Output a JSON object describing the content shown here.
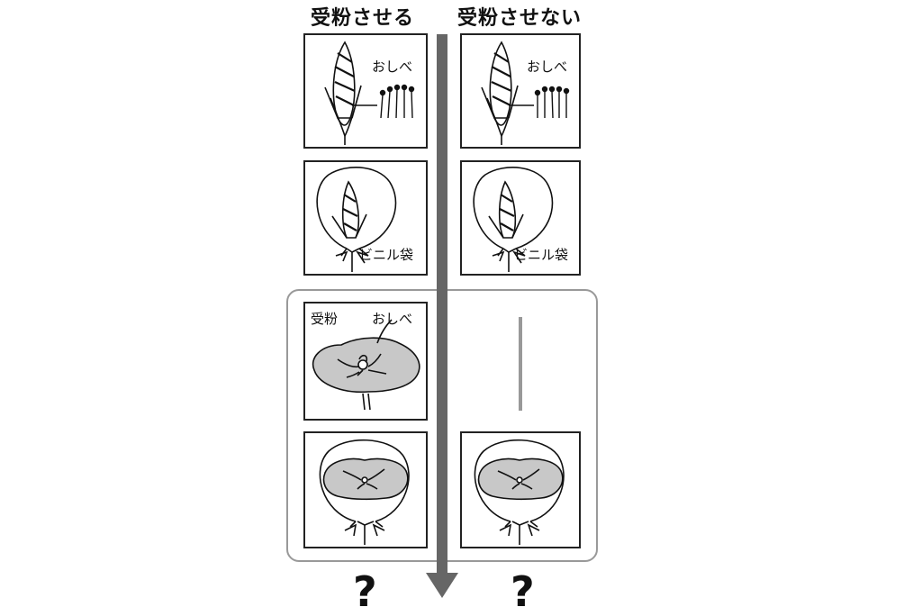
{
  "columns": {
    "left_title": "受粉させる",
    "right_title": "受粉させない"
  },
  "labels": {
    "stamen": "おしべ",
    "vinyl_bag": "ビニル袋",
    "pollination": "受粉"
  },
  "results": {
    "left": "?",
    "right": "?"
  },
  "colors": {
    "arrow": "#666666",
    "petal_fill": "#c8c8c8",
    "group_border": "#999999"
  }
}
